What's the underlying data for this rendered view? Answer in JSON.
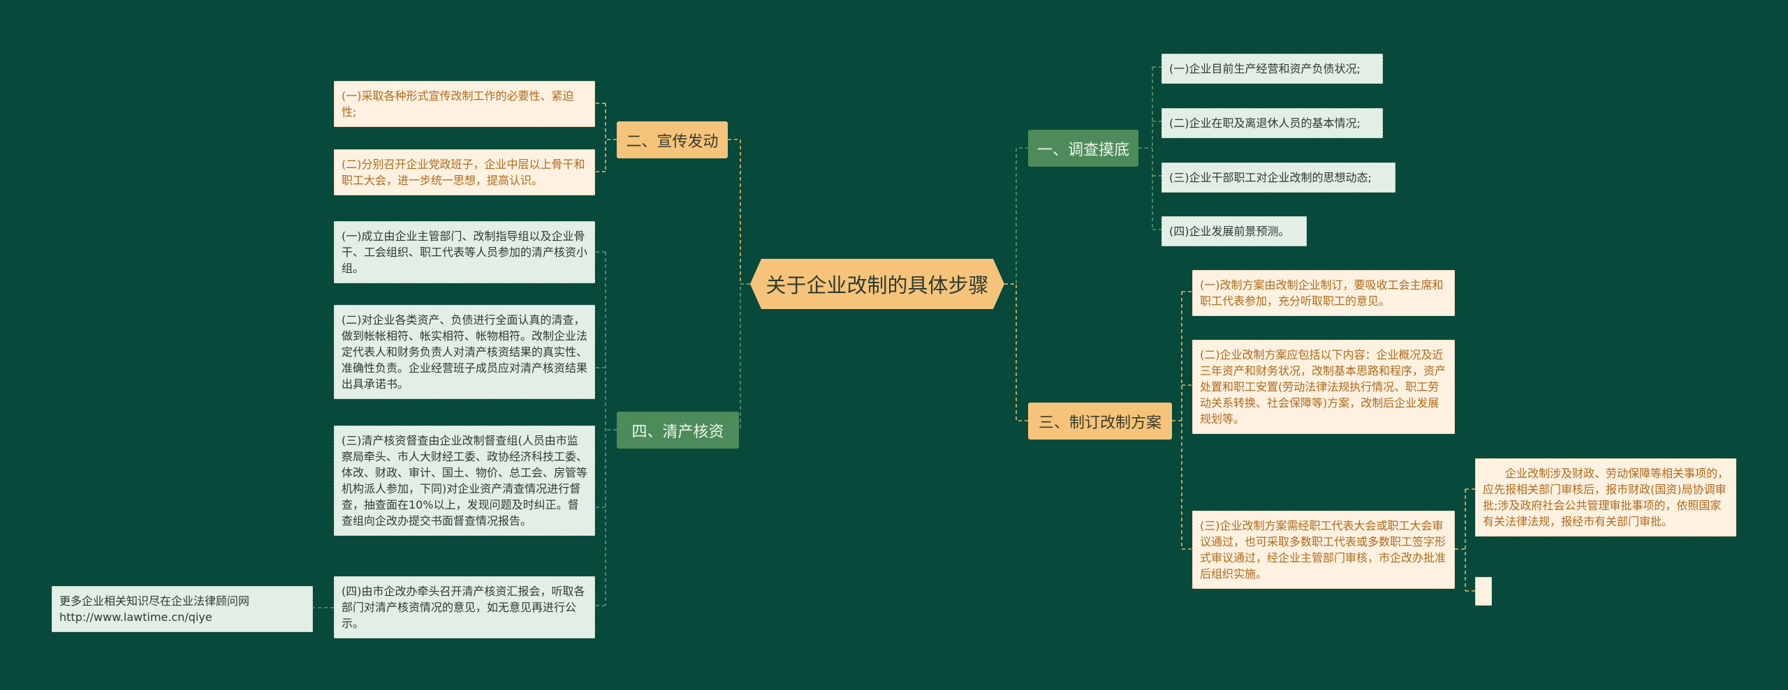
{
  "root": "关于企业改制的具体步骤",
  "branches": {
    "b1": {
      "label": "一、调查摸底",
      "items": [
        "(一)企业目前生产经营和资产负债状况;",
        "(二)企业在职及离退休人员的基本情况;",
        "(三)企业干部职工对企业改制的思想动态;",
        "(四)企业发展前景预测。"
      ]
    },
    "b2": {
      "label": "二、宣传发动",
      "items": [
        "(一)采取各种形式宣传改制工作的必要性、紧迫性;",
        "(二)分别召开企业党政班子，企业中层以上骨干和职工大会，进一步统一思想，提高认识。"
      ]
    },
    "b3": {
      "label": "三、制订改制方案",
      "items": [
        "(一)改制方案由改制企业制订，要吸收工会主席和职工代表参加，充分听取职工的意见。",
        "(二)企业改制方案应包括以下内容：企业概况及近三年资产和财务状况，改制基本思路和程序，资产处置和职工安置(劳动法律法规执行情况、职工劳动关系转换、社会保障等)方案，改制后企业发展规划等。",
        "(三)企业改制方案需经职工代表大会或职工大会审议通过，也可采取多数职工代表或多数职工签字形式审议通过，经企业主管部门审核，市企改办批准后组织实施。"
      ],
      "sub": "企业改制涉及财政、劳动保障等相关事项的，应先报相关部门审核后，报市财政(国资)局协调审批;涉及政府社会公共管理审批事项的，依照国家有关法律法规，报经市有关部门审批。",
      "sub_empty": ""
    },
    "b4": {
      "label": "四、清产核资",
      "items": [
        "(一)成立由企业主管部门、改制指导组以及企业骨干、工会组织、职工代表等人员参加的清产核资小组。",
        "(二)对企业各类资产、负债进行全面认真的清查，做到帐帐相符、帐实相符、帐物相符。改制企业法定代表人和财务负责人对清产核资结果的真实性、准确性负责。企业经营班子成员应对清产核资结果出具承诺书。",
        "(三)清产核资督查由企业改制督查组(人员由市监察局牵头、市人大财经工委、政协经济科技工委、体改、财政、审计、国土、物价、总工会、房管等机构派人参加，下同)对企业资产清查情况进行督查，抽查面在10%以上，发现问题及时纠正。督查组向企改办提交书面督查情况报告。",
        "(四)由市企改办牵头召开清产核资汇报会，听取各部门对清产核资情况的意见，如无意见再进行公示。"
      ],
      "sub": "更多企业相关知识尽在企业法律顾问网http://www.lawtime.cn/qiye"
    }
  },
  "colors": {
    "background": "#07493a",
    "orange_node": "#f5c47a",
    "green_node": "#4d8c5a",
    "cream_leaf": "#fdf1e1",
    "mint_leaf": "#e3efe6",
    "connector_orange": "#e9b86a",
    "connector_green": "#5f9a70"
  }
}
